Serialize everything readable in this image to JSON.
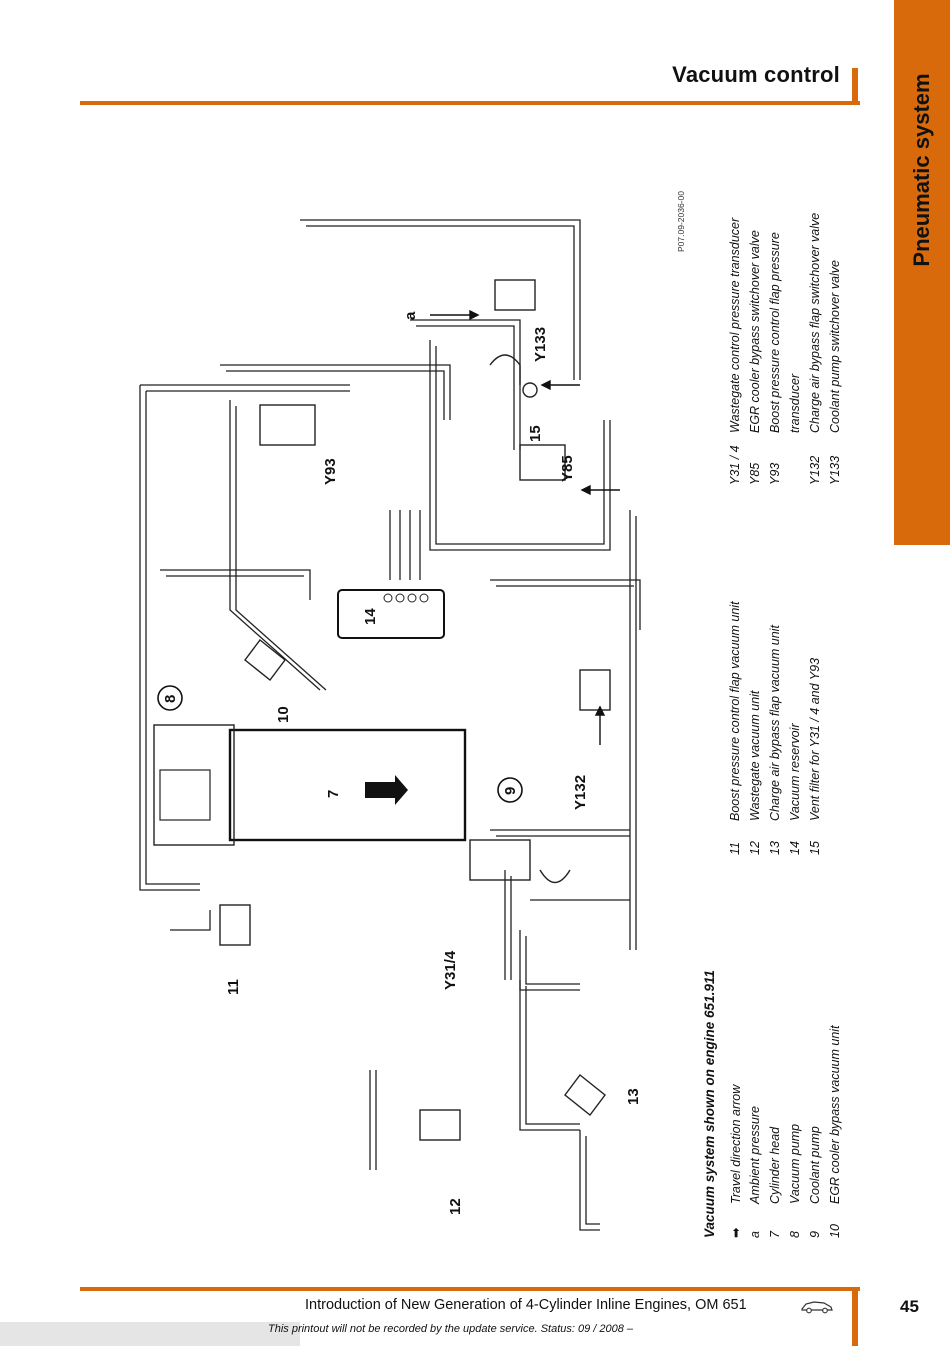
{
  "header": {
    "title": "Vacuum control",
    "side_tab": "Pneumatic system"
  },
  "diagram": {
    "code": "P07.09-2036-00",
    "callouts": {
      "c7": "7",
      "c8": "8",
      "c9": "9",
      "c10": "10",
      "c11": "11",
      "c12": "12",
      "c13": "13",
      "c14": "14",
      "c15": "15",
      "y31": "Y31/4",
      "y85": "Y85",
      "y93": "Y93",
      "y132": "Y132",
      "y133": "Y133",
      "a": "a"
    }
  },
  "legend": {
    "title": "Vacuum system shown on engine 651.911",
    "col1": [
      {
        "key": "➡",
        "text": "Travel direction arrow"
      },
      {
        "key": "a",
        "text": "Ambient pressure"
      },
      {
        "key": "7",
        "text": "Cylinder head"
      },
      {
        "key": "8",
        "text": "Vacuum pump"
      },
      {
        "key": "9",
        "text": "Coolant pump"
      },
      {
        "key": "10",
        "text": "EGR cooler bypass vacuum unit"
      }
    ],
    "col2": [
      {
        "key": "11",
        "text": "Boost pressure control flap vacuum unit"
      },
      {
        "key": "12",
        "text": "Wastegate vacuum unit"
      },
      {
        "key": "13",
        "text": "Charge air bypass flap vacuum unit"
      },
      {
        "key": "14",
        "text": "Vacuum reservoir"
      },
      {
        "key": "15",
        "text": "Vent filter for Y31 / 4 and Y93"
      }
    ],
    "col3": [
      {
        "key": "Y31 / 4",
        "text": "Wastegate control pressure transducer"
      },
      {
        "key": "Y85",
        "text": "EGR cooler bypass switchover valve"
      },
      {
        "key": "Y93",
        "text": "Boost pressure control flap pressure"
      },
      {
        "key": "",
        "text": "transducer"
      },
      {
        "key": "Y132",
        "text": "Charge air bypass flap switchover valve"
      },
      {
        "key": "Y133",
        "text": "Coolant pump switchover valve"
      }
    ]
  },
  "footer": {
    "text": "Introduction of New Generation of 4-Cylinder Inline Engines, OM 651",
    "note": "This printout will not be recorded by the update service. Status: 09 / 2008 –",
    "page": "45"
  }
}
